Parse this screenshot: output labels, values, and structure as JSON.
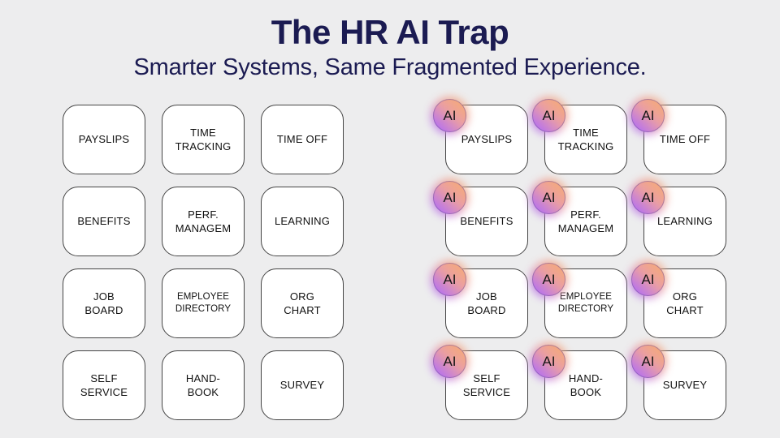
{
  "title": "The HR AI Trap",
  "subtitle": "Smarter Systems, Same Fragmented Experience.",
  "modules": [
    "PAYSLIPS",
    "TIME\nTRACKING",
    "TIME OFF",
    "BENEFITS",
    "PERF.\nMANAGEM",
    "LEARNING",
    "JOB\nBOARD",
    "EMPLOYEE\nDIRECTORY",
    "ORG\nCHART",
    "SELF\nSERVICE",
    "HAND-\nBOOK",
    "SURVEY"
  ],
  "left_grid": {
    "has_ai_badges": false
  },
  "right_grid": {
    "has_ai_badges": true,
    "badge_label": "AI"
  },
  "colors": {
    "background": "#ededee",
    "heading_text": "#1b1b52",
    "card_background": "#ffffff",
    "card_border": "#454545",
    "badge_border": "#4e3c92",
    "badge_gradient_top_right": "#f5ab76",
    "badge_gradient_middle": "#eb9fa5",
    "badge_gradient_bottom_left": "#a45fe0"
  }
}
